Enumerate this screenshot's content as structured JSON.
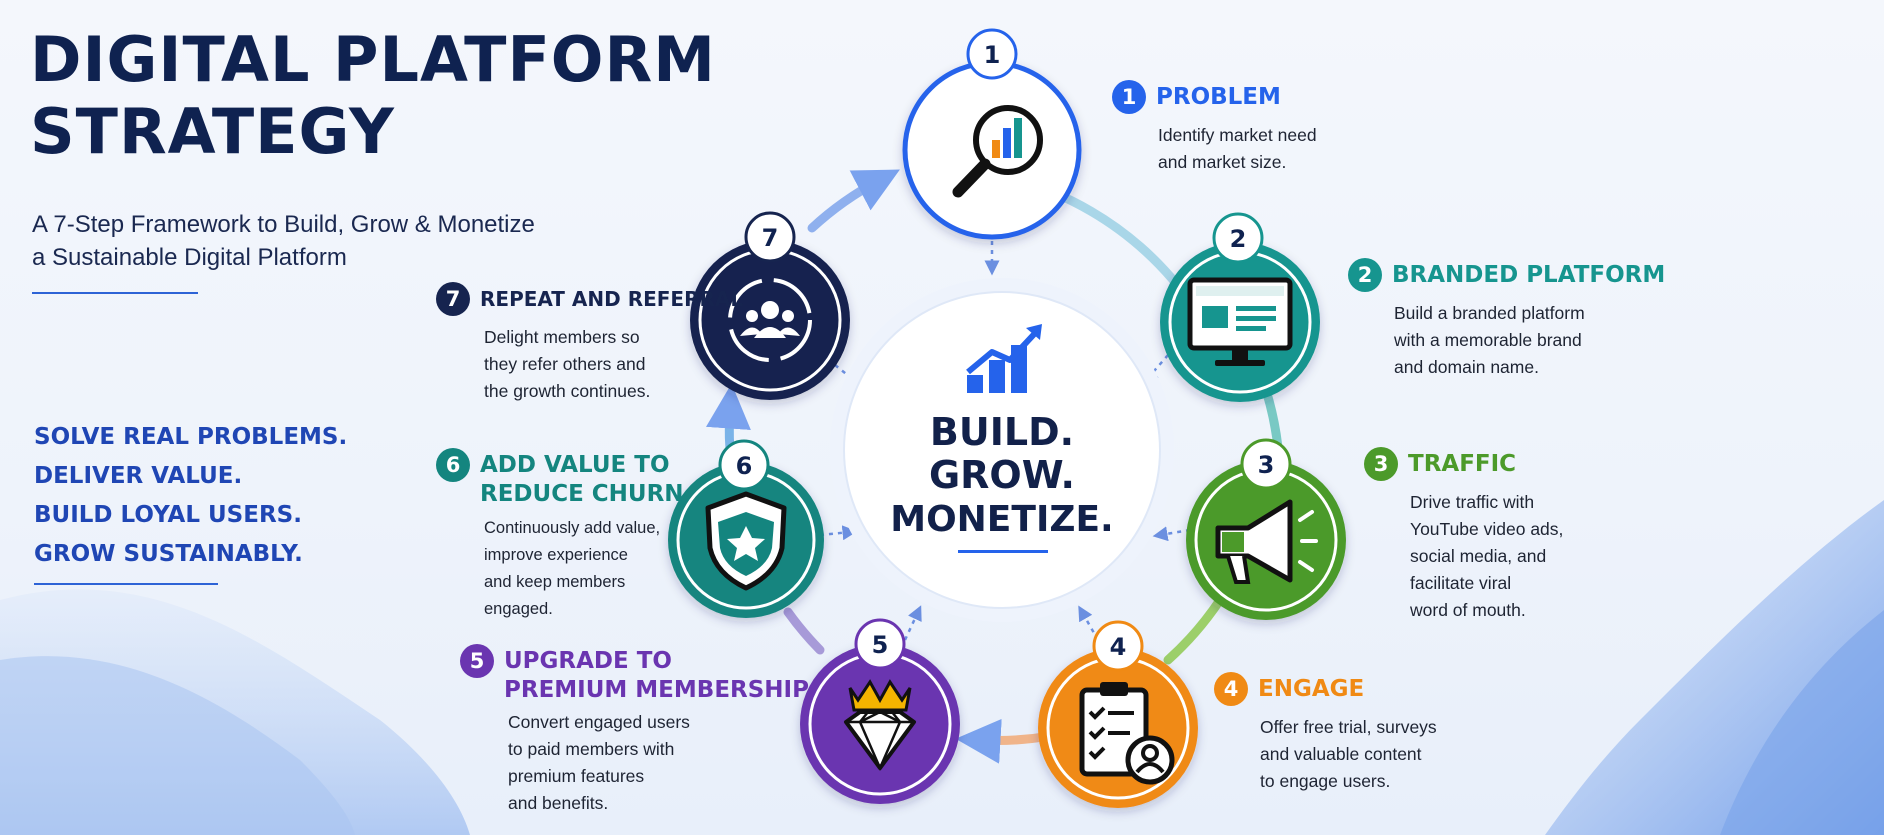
{
  "title": {
    "line1": "DIGITAL PLATFORM",
    "line2": "STRATEGY"
  },
  "subtitle": {
    "line1": "A 7-Step Framework to Build, Grow & Monetize",
    "line2": "a Sustainable Digital Platform"
  },
  "taglines": [
    "SOLVE REAL PROBLEMS.",
    "DELIVER VALUE.",
    "BUILD LOYAL USERS.",
    "GROW SUSTAINABLY."
  ],
  "center": {
    "line1": "BUILD.",
    "line2": "GROW.",
    "line3": "MONETIZE."
  },
  "colors": {
    "navy": "#0f2250",
    "blue": "#2563eb",
    "teal": "#16958f",
    "green": "#4c9a2a",
    "orange": "#f08a14",
    "purple": "#6a35b0",
    "teal6": "#14857f",
    "navy7": "#16244f"
  },
  "steps": [
    {
      "num": "1",
      "title": [
        "PROBLEM"
      ],
      "desc": [
        "Identify market need",
        "and market size."
      ],
      "icon": "magnifier-chart-icon"
    },
    {
      "num": "2",
      "title": [
        "BRANDED PLATFORM"
      ],
      "desc": [
        "Build a branded platform",
        "with a memorable brand",
        "and domain name."
      ],
      "icon": "monitor-icon"
    },
    {
      "num": "3",
      "title": [
        "TRAFFIC"
      ],
      "desc": [
        "Drive traffic with",
        "YouTube video ads,",
        "social media, and",
        "facilitate viral",
        "word of mouth."
      ],
      "icon": "megaphone-icon"
    },
    {
      "num": "4",
      "title": [
        "ENGAGE"
      ],
      "desc": [
        "Offer free trial, surveys",
        "and valuable content",
        "to engage users."
      ],
      "icon": "clipboard-user-icon"
    },
    {
      "num": "5",
      "title": [
        "UPGRADE TO",
        "PREMIUM MEMBERSHIP"
      ],
      "desc": [
        "Convert engaged users",
        "to paid members with",
        "premium features",
        "and benefits."
      ],
      "icon": "crown-diamond-icon"
    },
    {
      "num": "6",
      "title": [
        "ADD VALUE TO",
        "REDUCE CHURN"
      ],
      "desc": [
        "Continuously add value,",
        "improve experience",
        "and keep members",
        "engaged."
      ],
      "icon": "shield-star-icon"
    },
    {
      "num": "7",
      "title": [
        "REPEAT AND REFERRAL"
      ],
      "desc": [
        "Delight members so",
        "they refer others and",
        "the growth continues."
      ],
      "icon": "referral-cycle-icon"
    }
  ]
}
